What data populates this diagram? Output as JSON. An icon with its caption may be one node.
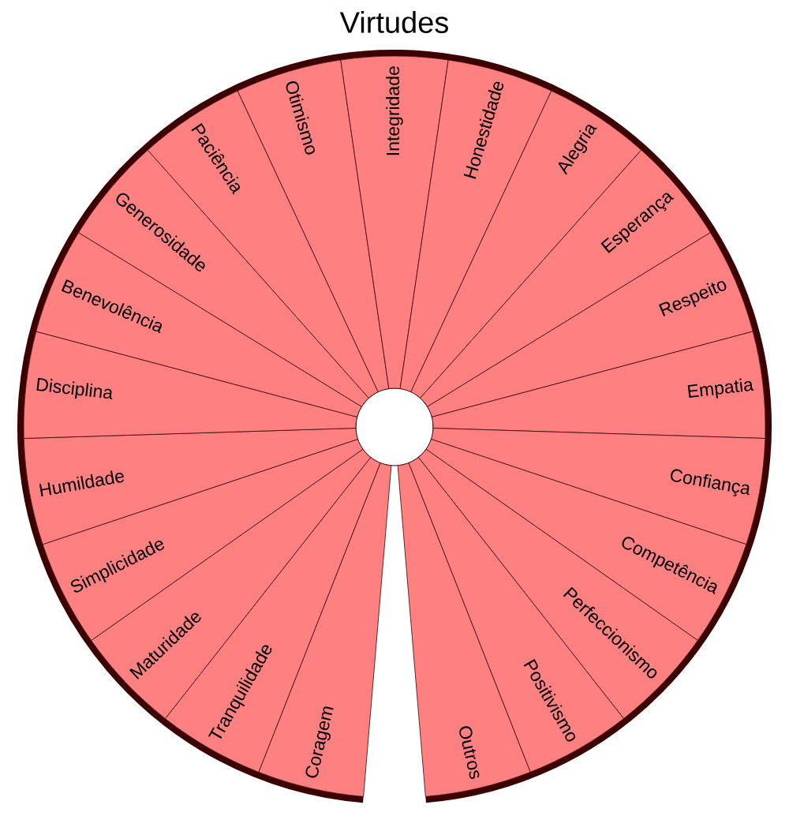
{
  "diagram": {
    "title": "Virtudes",
    "nodes": [
      {
        "text": [
          "Coragem"
        ]
      },
      {
        "text": [
          "Tranquilidade"
        ]
      },
      {
        "text": [
          "Maturidade"
        ]
      },
      {
        "text": [
          "Simplicidade"
        ]
      },
      {
        "text": [
          "Humildade"
        ]
      },
      {
        "text": [
          "Disciplina"
        ]
      },
      {
        "text": [
          "Benevolência"
        ]
      },
      {
        "text": [
          "Generosidade"
        ]
      },
      {
        "text": [
          "Paciência"
        ]
      },
      {
        "text": [
          "Otimismo"
        ]
      },
      {
        "text": [
          "Integridade"
        ]
      },
      {
        "text": [
          "Honestidade"
        ]
      },
      {
        "text": [
          "Alegria"
        ]
      },
      {
        "text": [
          "Esperança"
        ]
      },
      {
        "text": [
          "Respeito"
        ]
      },
      {
        "text": [
          "Empatia"
        ]
      },
      {
        "text": [
          "Confiança"
        ]
      },
      {
        "text": [
          "Competência"
        ]
      },
      {
        "text": [
          "Perfeccionismo"
        ]
      },
      {
        "text": [
          "Positivismo"
        ]
      },
      {
        "text": [
          "Outros"
        ]
      },
      {
        "text": [],
        "shape": "circle"
      }
    ]
  }
}
